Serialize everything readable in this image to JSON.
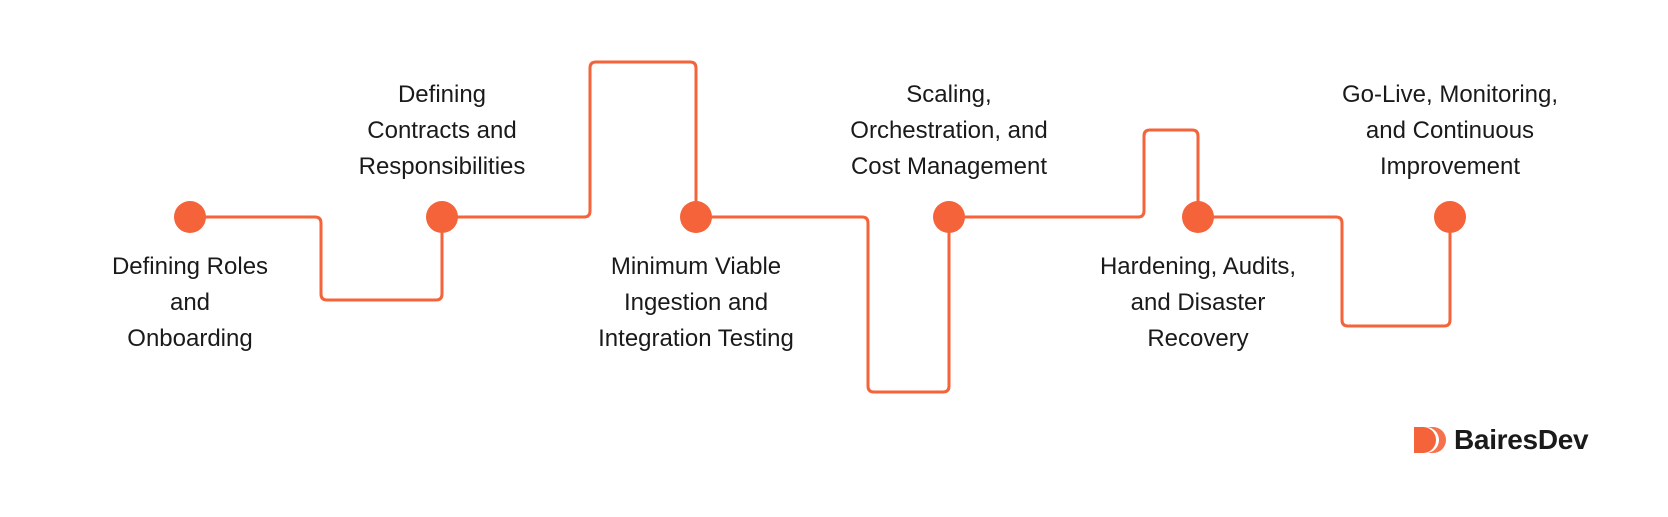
{
  "diagram": {
    "accent_color": "#F4633A",
    "steps": [
      {
        "label": "Defining Roles\nand\nOnboarding"
      },
      {
        "label": "Defining\nContracts and\nResponsibilities"
      },
      {
        "label": "Minimum Viable\nIngestion and\nIntegration Testing"
      },
      {
        "label": "Scaling,\nOrchestration, and\nCost Management"
      },
      {
        "label": "Hardening, Audits,\nand Disaster\nRecovery"
      },
      {
        "label": "Go-Live, Monitoring,\nand Continuous\nImprovement"
      }
    ]
  },
  "brand": {
    "name": "BairesDev",
    "logo_icon": "bairesdev-logo-icon"
  }
}
